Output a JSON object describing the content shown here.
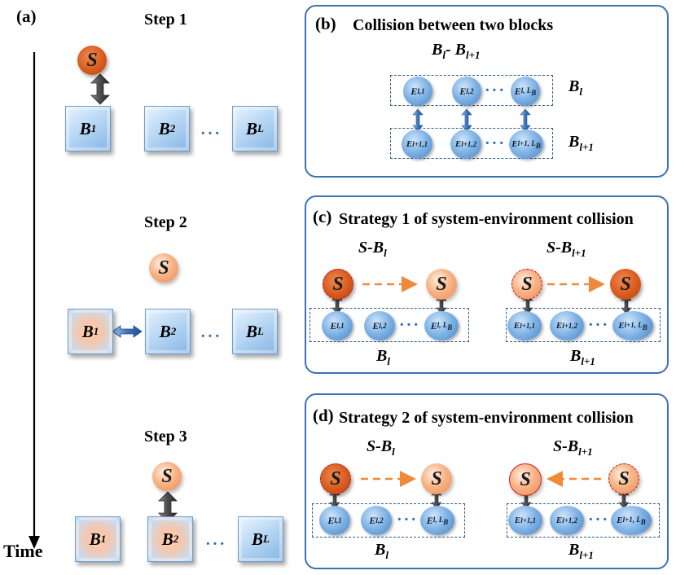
{
  "panel_a": {
    "label": "(a)",
    "time_label": "Time",
    "steps": [
      "Step 1",
      "Step 2",
      "Step 3"
    ],
    "system": "S",
    "blocks": [
      "B",
      "B",
      "B"
    ],
    "block_subs": [
      "1",
      "2",
      "L"
    ],
    "ellipsis": "···"
  },
  "panel_b": {
    "label": "(b)",
    "title": "Collision between two blocks",
    "pair_main": "B",
    "pair_sub1": "l",
    "pair_sep": "- ",
    "pair_main2": "B",
    "pair_sub2": "l+1",
    "row1_label": "B",
    "row1_sub": "l",
    "row2_label": "B",
    "row2_sub": "l+1",
    "row1": [
      {
        "m": "E",
        "s": "l,1"
      },
      {
        "m": "E",
        "s": "l,2"
      },
      {
        "m": "E",
        "s": "l, L"
      }
    ],
    "row2": [
      {
        "m": "E",
        "s": "l+1,1"
      },
      {
        "m": "E",
        "s": "l+1,2"
      },
      {
        "m": "E",
        "s": "l+1, L"
      }
    ],
    "sub_B": "B",
    "ellipsis": "···"
  },
  "panel_c": {
    "label": "(c)",
    "title": "Strategy 1 of system-environment collision",
    "left_title": "S-B",
    "left_title_sub": "l",
    "right_title": "S-B",
    "right_title_sub": "l+1",
    "left_bottom": "B",
    "left_bottom_sub": "l",
    "right_bottom": "B",
    "right_bottom_sub": "l+1",
    "system": "S",
    "left_env": [
      {
        "m": "E",
        "s": "l,1"
      },
      {
        "m": "E",
        "s": "l,2"
      },
      {
        "m": "E",
        "s": "l, L"
      }
    ],
    "right_env": [
      {
        "m": "E",
        "s": "l+1,1"
      },
      {
        "m": "E",
        "s": "l+1,2"
      },
      {
        "m": "E",
        "s": "l+1, L"
      }
    ],
    "sub_B": "B",
    "ellipsis": "···"
  },
  "panel_d": {
    "label": "(d)",
    "title": "Strategy 2 of system-environment collision",
    "left_title": "S-B",
    "left_title_sub": "l",
    "right_title": "S-B",
    "right_title_sub": "l+1",
    "left_bottom": "B",
    "left_bottom_sub": "l",
    "right_bottom": "B",
    "right_bottom_sub": "l+1",
    "system": "S",
    "left_env": [
      {
        "m": "E",
        "s": "l,1"
      },
      {
        "m": "E",
        "s": "l,2"
      },
      {
        "m": "E",
        "s": "l, L"
      }
    ],
    "right_env": [
      {
        "m": "E",
        "s": "l+1,1"
      },
      {
        "m": "E",
        "s": "l+1,2"
      },
      {
        "m": "E",
        "s": "l+1, L"
      }
    ],
    "sub_B": "B",
    "ellipsis": "···"
  },
  "colors": {
    "panel_border": "#3b72b3",
    "system_orange": "#d85a1e",
    "env_blue": "#4a84c6",
    "arrow_orange": "#ef8a3a",
    "double_arrow_grey": "#4a4a4a",
    "dots_blue": "#2e6fb8"
  },
  "icons": {
    "vertical_double_arrow": "grey-double-arrow-icon",
    "horizontal_double_arrow": "blue-double-arrow-icon",
    "dashed_right_arrow": "orange-dashed-arrow-icon"
  }
}
